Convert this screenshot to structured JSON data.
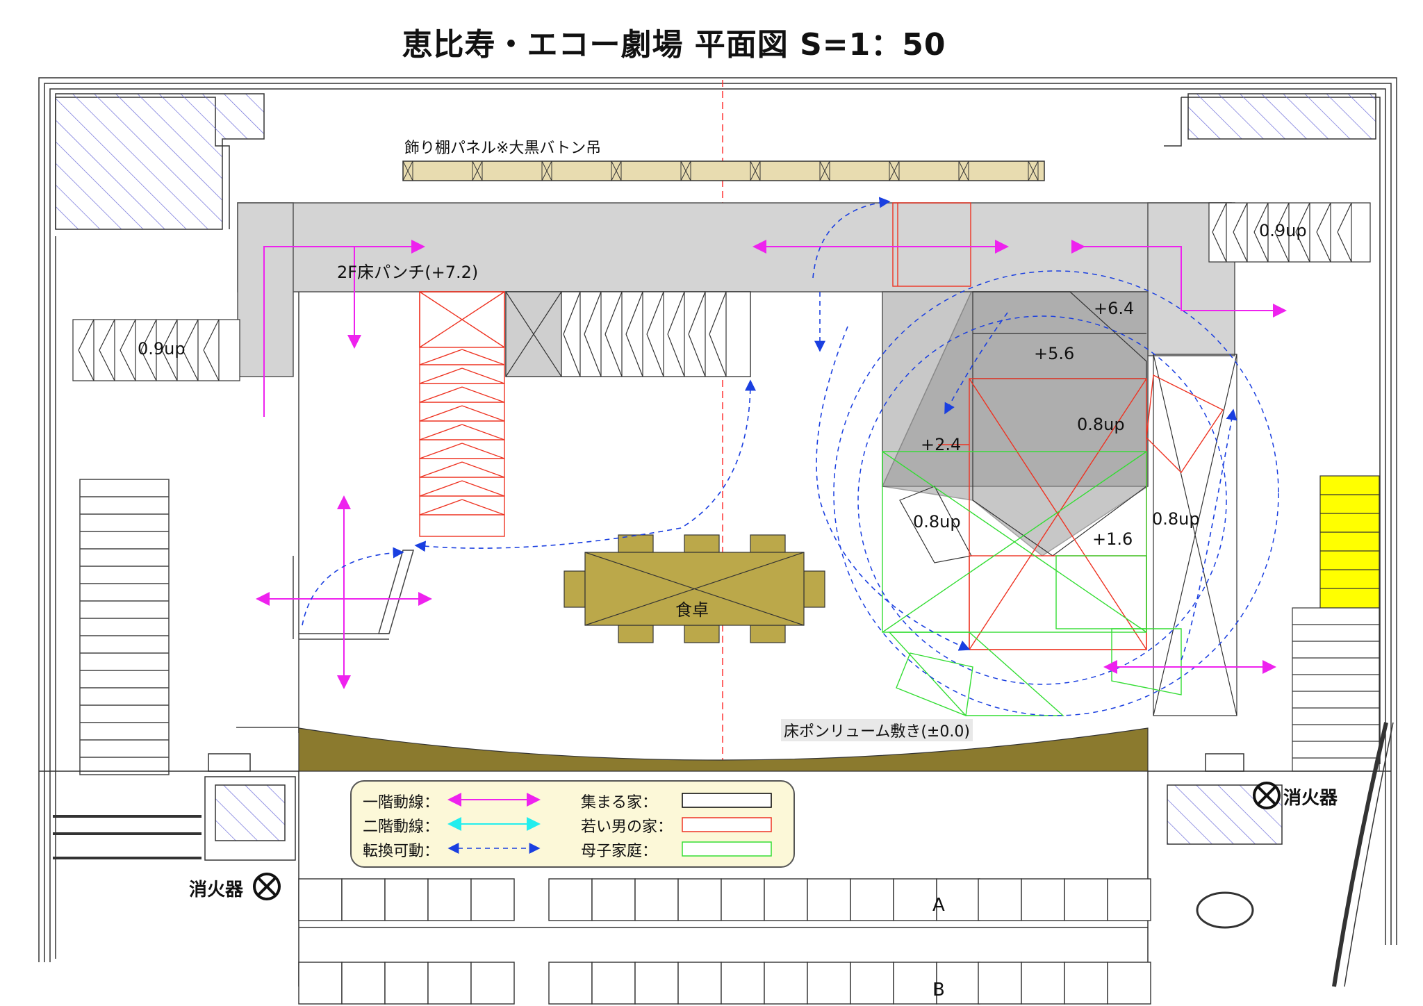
{
  "title": "恵比寿・エコー劇場 平面図 S=1：50",
  "labels": {
    "panel": "飾り棚パネル※大黒バトン吊",
    "floor_punch": "2F床パンチ(+7.2)",
    "up_left": "0.9up",
    "up_right": "0.9up",
    "lvl_64": "+6.4",
    "lvl_56": "+5.6",
    "lvl_24": "+2.4",
    "lvl_16": "+1.6",
    "up_08_a": "0.8up",
    "up_08_b": "0.8up",
    "up_08_c": "0.8up",
    "table": "食卓",
    "floor_vinyl": "床ポンリューム敷き(±0.0)",
    "extinguisher_right": "消火器",
    "extinguisher_left": "消火器",
    "row_a": "A",
    "row_b": "B"
  },
  "legend": {
    "floor1": "一階動線：",
    "floor2": "二階動線：",
    "movable": "転換可動：",
    "house_gather": "集まる家：",
    "house_young": "若い男の家：",
    "house_mother": "母子家庭："
  },
  "colors": {
    "floor1": "#ee22ee",
    "floor2": "#22eeee",
    "movable": "#1a3fe0",
    "house_gather": "#000000",
    "house_young": "#ee3322",
    "house_mother": "#33dd33",
    "stage_wood": "#8b7a2e",
    "table_wood": "#bba84a",
    "shelf_panel": "#e8dcb0",
    "grey_platform": "#d4d4d4",
    "yellow_block": "#ffff00"
  }
}
